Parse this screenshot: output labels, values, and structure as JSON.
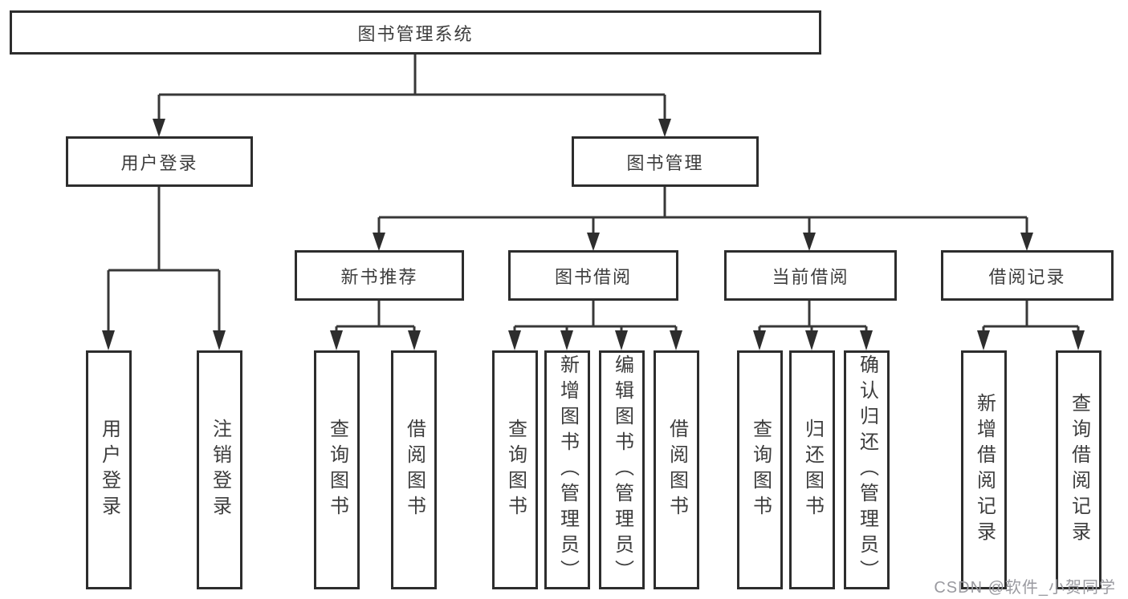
{
  "diagram": {
    "root": "图书管理系统",
    "branches": [
      {
        "label": "用户登录",
        "children": [
          "用户登录",
          "注销登录"
        ]
      },
      {
        "label": "图书管理",
        "children": [
          {
            "label": "新书推荐",
            "children": [
              "查询图书",
              "借阅图书"
            ]
          },
          {
            "label": "图书借阅",
            "children": [
              "查询图书",
              "新增图书（管理员）",
              "编辑图书（管理员）",
              "借阅图书"
            ]
          },
          {
            "label": "当前借阅",
            "children": [
              "查询图书",
              "归还图书",
              "确认归还（管理员）"
            ]
          },
          {
            "label": "借阅记录",
            "children": [
              "新增借阅记录",
              "查询借阅记录"
            ]
          }
        ]
      }
    ]
  },
  "colors": {
    "border": "#2d2d2d",
    "line": "#383838",
    "arrow": "#2d2d2d",
    "text": "#3d3d3d",
    "watermark": "#9a9aa0",
    "background": "#ffffff"
  },
  "watermark": "CSDN @软件_小贺同学"
}
